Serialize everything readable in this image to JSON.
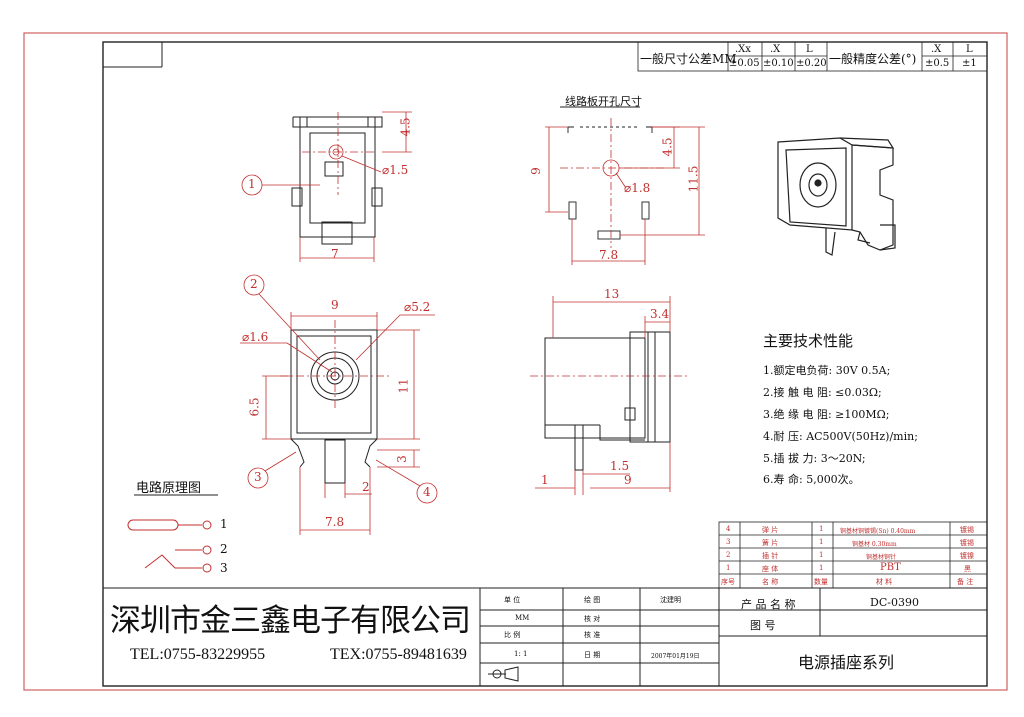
{
  "tolerance": {
    "linear_label": "一般尺寸公差MM",
    "linear_heads": [
      ".Xx",
      ".X",
      "L"
    ],
    "linear_vals": [
      "±0.05",
      "±0.10",
      "±0.20"
    ],
    "angular_label": "一般精度公差(°)",
    "angular_heads": [
      ".X",
      "L"
    ],
    "angular_vals": [
      "±0.5",
      "±1"
    ]
  },
  "views": {
    "pcb_title": "线路板开孔尺寸",
    "circuit_title": "电路原理图",
    "callouts": [
      "1",
      "2",
      "3",
      "4"
    ],
    "circuit_pins": [
      "1",
      "2",
      "3"
    ],
    "dims": {
      "top_height": "4.5",
      "top_hole": "⌀1.5",
      "top_width": "7",
      "pcb_height": "9",
      "pcb_hole": "⌀1.8",
      "pcb_top": "4.5",
      "pcb_total": "11.5",
      "pcb_width": "7.8",
      "front_width": "9",
      "front_outer": "⌀5.2",
      "front_pin": "⌀1.6",
      "front_height": "11",
      "front_center": "6.5",
      "front_pins": "3",
      "front_pin_gap": "2",
      "front_bottom": "7.8",
      "side_length": "13",
      "side_front": "3.4",
      "side_pin": "1.5",
      "side_pin_span": "9",
      "side_pin_w": "1"
    }
  },
  "specs": {
    "title": "主要技术性能",
    "items": [
      "1.额定电负荷: 30V 0.5A;",
      "2.接 触 电 阻: ≤0.03Ω;",
      "3.绝 缘 电 阻: ≥100MΩ;",
      "4.耐      压: AC500V(50Hz)/min;",
      "5.插  拔  力: 3～20N;",
      "6.寿      命: 5,000次。"
    ]
  },
  "bom": {
    "rows": [
      {
        "no": "4",
        "name": "弹 片",
        "qty": "1",
        "material": "铜基材铜镀锡(Sn) 0.40mm",
        "remark": "镀锡"
      },
      {
        "no": "3",
        "name": "簧 片",
        "qty": "1",
        "material": "铜基材 0.30mm",
        "remark": "镀锡"
      },
      {
        "no": "2",
        "name": "插 针",
        "qty": "1",
        "material": "铜基材铜针",
        "remark": "镀镍"
      },
      {
        "no": "1",
        "name": "座 体",
        "qty": "1",
        "material": "PBT",
        "remark": "黑"
      }
    ],
    "headers": [
      "序号",
      "名 称",
      "数量",
      "材    料",
      "备 注"
    ]
  },
  "title_block": {
    "company": "深圳市金三鑫电子有限公司",
    "tel": "TEL:0755-83229955",
    "fax": "TEX:0755-89481639",
    "unit_label": "单  位",
    "unit_value": "MM",
    "scale_label": "比  例",
    "scale_value": "1: 1",
    "draw_label": "绘  图",
    "drawer": "沈建明",
    "check_label": "核  对",
    "approve_label": "核  准",
    "date_label": "日  期",
    "date_value": "2007年01月19日",
    "product_name_label": "产 品 名 称",
    "product_name": "DC-0390",
    "model_label": "图    号",
    "series": "电源插座系列"
  }
}
